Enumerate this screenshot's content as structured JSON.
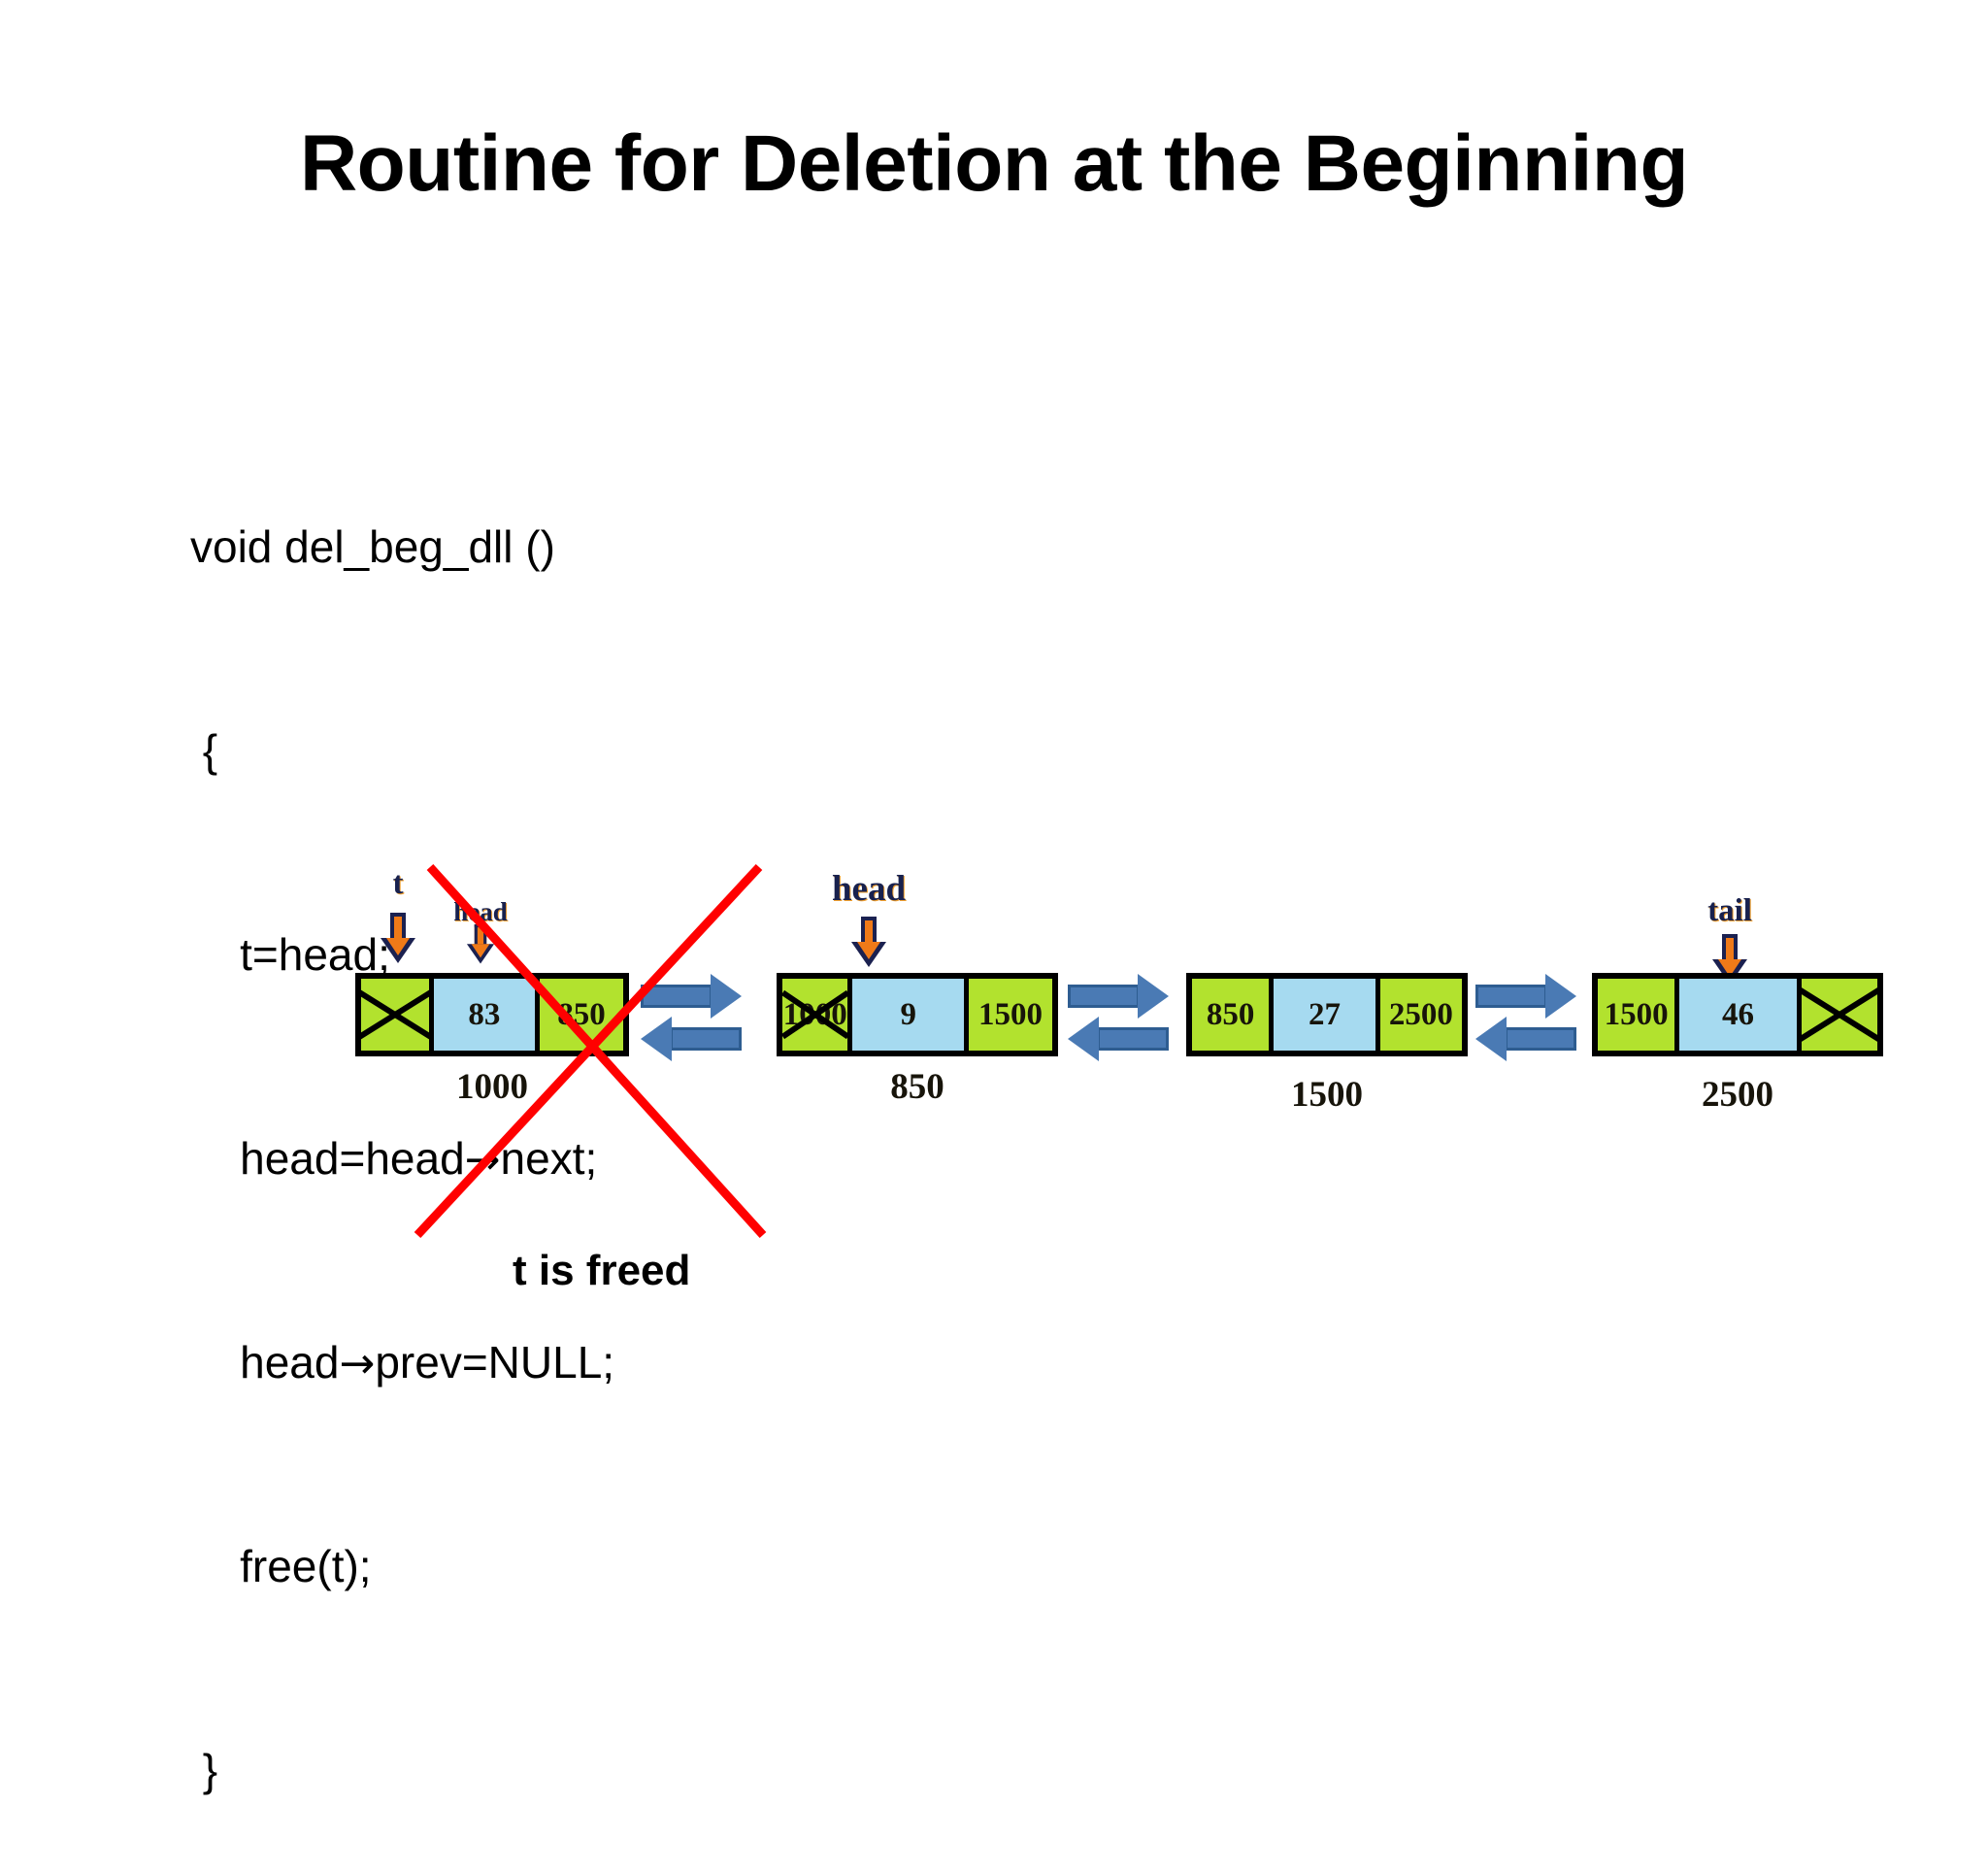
{
  "slide": {
    "title": "Routine for Deletion at the Beginning"
  },
  "code": {
    "lines": [
      "void del_beg_dll ()",
      " {",
      "    t=head;",
      "    head=head→next;",
      "    head→prev=NULL;",
      "    free(t);",
      " }"
    ],
    "line_0": "void del_beg_dll ()",
    "line_1": " {",
    "line_2": "    t=head;",
    "line_3a": "    head=head",
    "line_3b": "→",
    "line_3c": "next;",
    "line_4a": "    head",
    "line_4b": "→",
    "line_4c": "prev=NULL;",
    "line_5": "    free(t);",
    "line_6": " }"
  },
  "diagram": {
    "type": "doubly-linked-list",
    "freed_label": "t is freed",
    "pointer_labels": {
      "t": "t",
      "head_old": "head",
      "head_new": "head",
      "tail": "tail"
    },
    "nodes": [
      {
        "address": "1000",
        "prev": "NULL",
        "prev_text": "",
        "data": "83",
        "next": "850",
        "prev_is_null": true,
        "next_is_null": false,
        "prev_crossed": false,
        "freed": true
      },
      {
        "address": "850",
        "prev": "1000",
        "prev_text": "1000",
        "data": "9",
        "next": "1500",
        "prev_is_null": false,
        "next_is_null": false,
        "prev_crossed": true,
        "freed": false
      },
      {
        "address": "1500",
        "prev": "850",
        "prev_text": "850",
        "data": "27",
        "next": "2500",
        "prev_is_null": false,
        "next_is_null": false,
        "prev_crossed": false,
        "freed": false
      },
      {
        "address": "2500",
        "prev": "1500",
        "prev_text": "1500",
        "data": "46",
        "next": "NULL",
        "prev_is_null": false,
        "next_is_null": true,
        "prev_crossed": false,
        "freed": false
      }
    ],
    "colors": {
      "pointer_cell": "#b2e22e",
      "data_cell": "#a6daf0",
      "link_arrow": "#4a7ab4",
      "pointer_arrow": "#f07a18",
      "pointer_arrow_outline": "#1b2150",
      "cross_out": "#ff0000",
      "border": "#000000",
      "background": "#ffffff"
    }
  }
}
